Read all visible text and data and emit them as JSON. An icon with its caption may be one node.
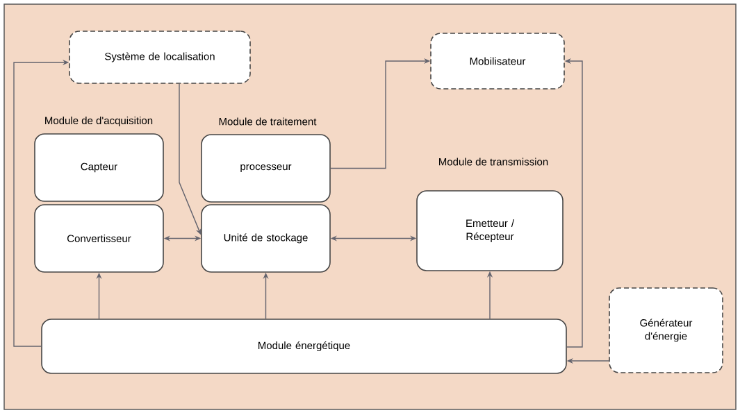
{
  "diagram": {
    "nodes": [
      {
        "text": [
          "Système de localisation"
        ]
      },
      {
        "text": [
          "Mobilisateur"
        ]
      },
      {
        "text": [
          "Capteur"
        ]
      },
      {
        "text": [
          "Convertisseur"
        ]
      },
      {
        "text": [
          "processeur"
        ]
      },
      {
        "text": [
          "Unité de stockage"
        ]
      },
      {
        "text": [
          "Emetteur / Récepteur"
        ]
      },
      {
        "text": [
          "Module énergétique"
        ]
      },
      {
        "text": [
          "Générateur d'énergie"
        ]
      }
    ],
    "edges": [
      {
        "from": 7,
        "to": 0,
        "arrow": "to"
      },
      {
        "from": 0,
        "to": 5,
        "arrow": "to"
      },
      {
        "from": 3,
        "to": 5,
        "arrow": "both"
      },
      {
        "from": 5,
        "to": 6,
        "arrow": "both"
      },
      {
        "from": 4,
        "to": 1,
        "arrow": "to"
      },
      {
        "from": 7,
        "to": 1,
        "arrow": "to"
      },
      {
        "from": 7,
        "to": 3,
        "arrow": "to"
      },
      {
        "from": 7,
        "to": 5,
        "arrow": "to"
      },
      {
        "from": 7,
        "to": 6,
        "arrow": "to"
      },
      {
        "from": 8,
        "to": 7,
        "arrow": "to"
      }
    ],
    "labels": [
      "Module de d'acquisition",
      "Module de traitement",
      "Module de transmission"
    ]
  }
}
